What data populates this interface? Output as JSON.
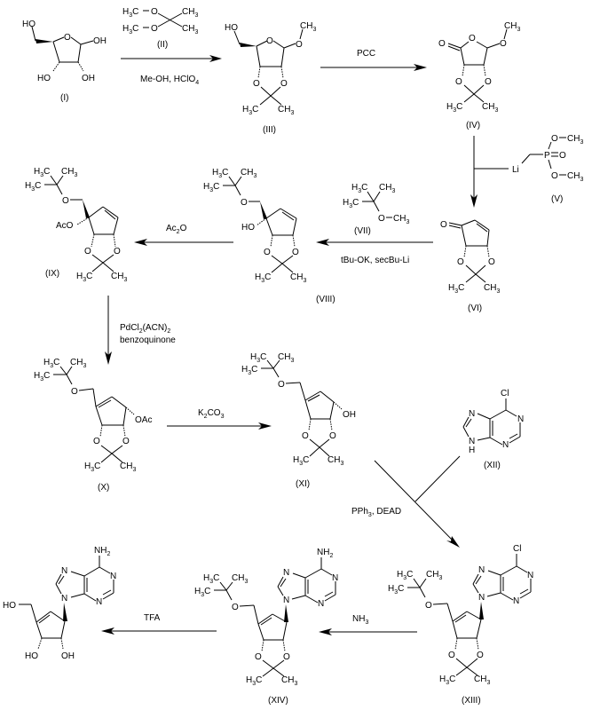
{
  "diagram": {
    "title": "Synthesis scheme of carbocyclic nucleoside (neplanocin A) from ribose",
    "compounds": [
      {
        "id": "I",
        "label": "(I)",
        "atoms": [
          "HO",
          "O",
          "OH",
          "HO",
          "OH"
        ]
      },
      {
        "id": "II",
        "label": "(II)",
        "atoms": [
          "H3C",
          "O",
          "CH3",
          "H3C",
          "O",
          "CH3"
        ]
      },
      {
        "id": "III",
        "label": "(III)",
        "atoms": [
          "HO",
          "O",
          "O",
          "CH3",
          "O",
          "O",
          "H3C",
          "CH3"
        ]
      },
      {
        "id": "IV",
        "label": "(IV)",
        "atoms": [
          "O",
          "O",
          "O",
          "CH3",
          "O",
          "O",
          "H3C",
          "CH3"
        ]
      },
      {
        "id": "V",
        "label": "(V)",
        "atoms": [
          "Li",
          "P",
          "O",
          "O",
          "CH3",
          "O",
          "CH3"
        ]
      },
      {
        "id": "VI",
        "label": "(VI)",
        "atoms": [
          "O",
          "O",
          "O",
          "H3C",
          "CH3"
        ]
      },
      {
        "id": "VII",
        "label": "(VII)",
        "atoms": [
          "H3C",
          "CH3",
          "H3C",
          "O",
          "CH3"
        ]
      },
      {
        "id": "VIII",
        "label": "(VIII)",
        "atoms": [
          "H3C",
          "CH3",
          "H3C",
          "O",
          "HO",
          "O",
          "O",
          "H3C",
          "CH3"
        ]
      },
      {
        "id": "IX",
        "label": "(IX)",
        "atoms": [
          "H3C",
          "CH3",
          "H3C",
          "O",
          "AcO",
          "O",
          "O",
          "H3C",
          "CH3"
        ]
      },
      {
        "id": "X",
        "label": "(X)",
        "atoms": [
          "H3C",
          "CH3",
          "H3C",
          "O",
          "OAc",
          "O",
          "O",
          "H3C",
          "CH3"
        ]
      },
      {
        "id": "XI",
        "label": "(XI)",
        "atoms": [
          "H3C",
          "CH3",
          "H3C",
          "O",
          "OH",
          "O",
          "O",
          "H3C",
          "CH3"
        ]
      },
      {
        "id": "XII",
        "label": "(XII)",
        "atoms": [
          "Cl",
          "N",
          "N",
          "N",
          "N",
          "H"
        ]
      },
      {
        "id": "XIII",
        "label": "(XIII)",
        "atoms": [
          "Cl",
          "N",
          "N",
          "N",
          "N",
          "H3C",
          "CH3",
          "H3C",
          "O",
          "O",
          "O",
          "H3C",
          "CH3"
        ]
      },
      {
        "id": "XIV",
        "label": "(XIV)",
        "atoms": [
          "NH2",
          "N",
          "N",
          "N",
          "N",
          "H3C",
          "CH3",
          "H3C",
          "O",
          "O",
          "O",
          "H3C",
          "CH3"
        ]
      },
      {
        "id": "product",
        "label": "",
        "atoms": [
          "NH2",
          "N",
          "N",
          "N",
          "N",
          "HO",
          "HO",
          "OH"
        ]
      }
    ],
    "reactions": [
      {
        "from": "I",
        "to": "III",
        "reagents": [
          "(II)",
          "Me-OH, HClO4"
        ]
      },
      {
        "from": "III",
        "to": "IV",
        "reagents": [
          "PCC"
        ]
      },
      {
        "from": "IV",
        "to": "VI",
        "reagents": [
          "(V)"
        ]
      },
      {
        "from": "VI",
        "to": "VIII",
        "reagents": [
          "(VII)",
          "tBu-OK, secBu-Li"
        ]
      },
      {
        "from": "VIII",
        "to": "IX",
        "reagents": [
          "Ac2O"
        ]
      },
      {
        "from": "IX",
        "to": "X",
        "reagents": [
          "PdCl2(ACN)2",
          "benzoquinone"
        ]
      },
      {
        "from": "X",
        "to": "XI",
        "reagents": [
          "K2CO3"
        ]
      },
      {
        "from": "XI",
        "to": "XIII",
        "reagents": [
          "(XII)",
          "PPh3, DEAD"
        ]
      },
      {
        "from": "XIII",
        "to": "XIV",
        "reagents": [
          "NH3"
        ]
      },
      {
        "from": "XIV",
        "to": "product",
        "reagents": [
          "TFA"
        ]
      }
    ]
  },
  "text": {
    "I": "(I)",
    "II": "(II)",
    "III": "(III)",
    "IV": "(IV)",
    "V": "(V)",
    "VI": "(VI)",
    "VII": "(VII)",
    "VIII": "(VIII)",
    "IX": "(IX)",
    "X": "(X)",
    "XI": "(XI)",
    "XII": "(XII)",
    "XIII": "(XIII)",
    "XIV": "(XIV)",
    "meoh": "Me-OH,  HClO",
    "sub4": "4",
    "pcc": "PCC",
    "tbuok": "tBu-OK,  secBu-Li",
    "ac": "Ac",
    "o": "O",
    "sub2": "2",
    "sub3": "3",
    "pdcl": "PdCl",
    "acn": "(ACN)",
    "benzoquinone": "benzoquinone",
    "k": "K",
    "co": "CO",
    "pph": "PPh",
    "dead": ",  DEAD",
    "nh": "NH",
    "tfa": "TFA",
    "HO": "HO",
    "OH": "OH",
    "H": "H",
    "C": "C",
    "CH": "CH",
    "N": "N",
    "Cl": "Cl",
    "P": "P",
    "Li": "Li",
    "AcO": "AcO",
    "OAc": "OAc"
  }
}
